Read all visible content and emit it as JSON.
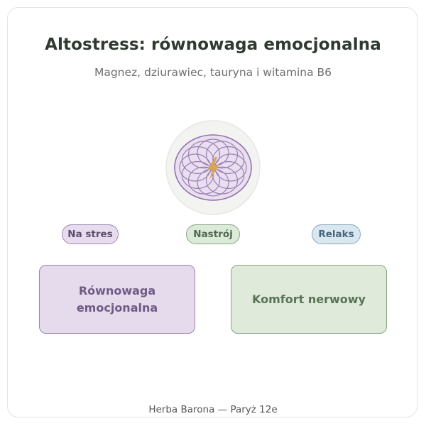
{
  "title": "Altostress: równowaga emocjonalna",
  "subtitle": "Magnez, dziurawiec, tauryna i witamina B6",
  "tags": [
    "Na stres",
    "Nastrój",
    "Relaks"
  ],
  "boxes": [
    "Równowaga emocjonalna",
    "Komfort nerwowy"
  ],
  "footer": "Herba Barona — Paryż 12e",
  "emblem": {
    "icon": "floral-rosette-icon",
    "center_icon": "lightning-bolt-icon"
  },
  "colors": {
    "lavender": "#e6dbed",
    "sage": "#dfeadb",
    "sky": "#d9e7f0",
    "bolt": "#d5a55a",
    "title": "#2e3a30"
  }
}
